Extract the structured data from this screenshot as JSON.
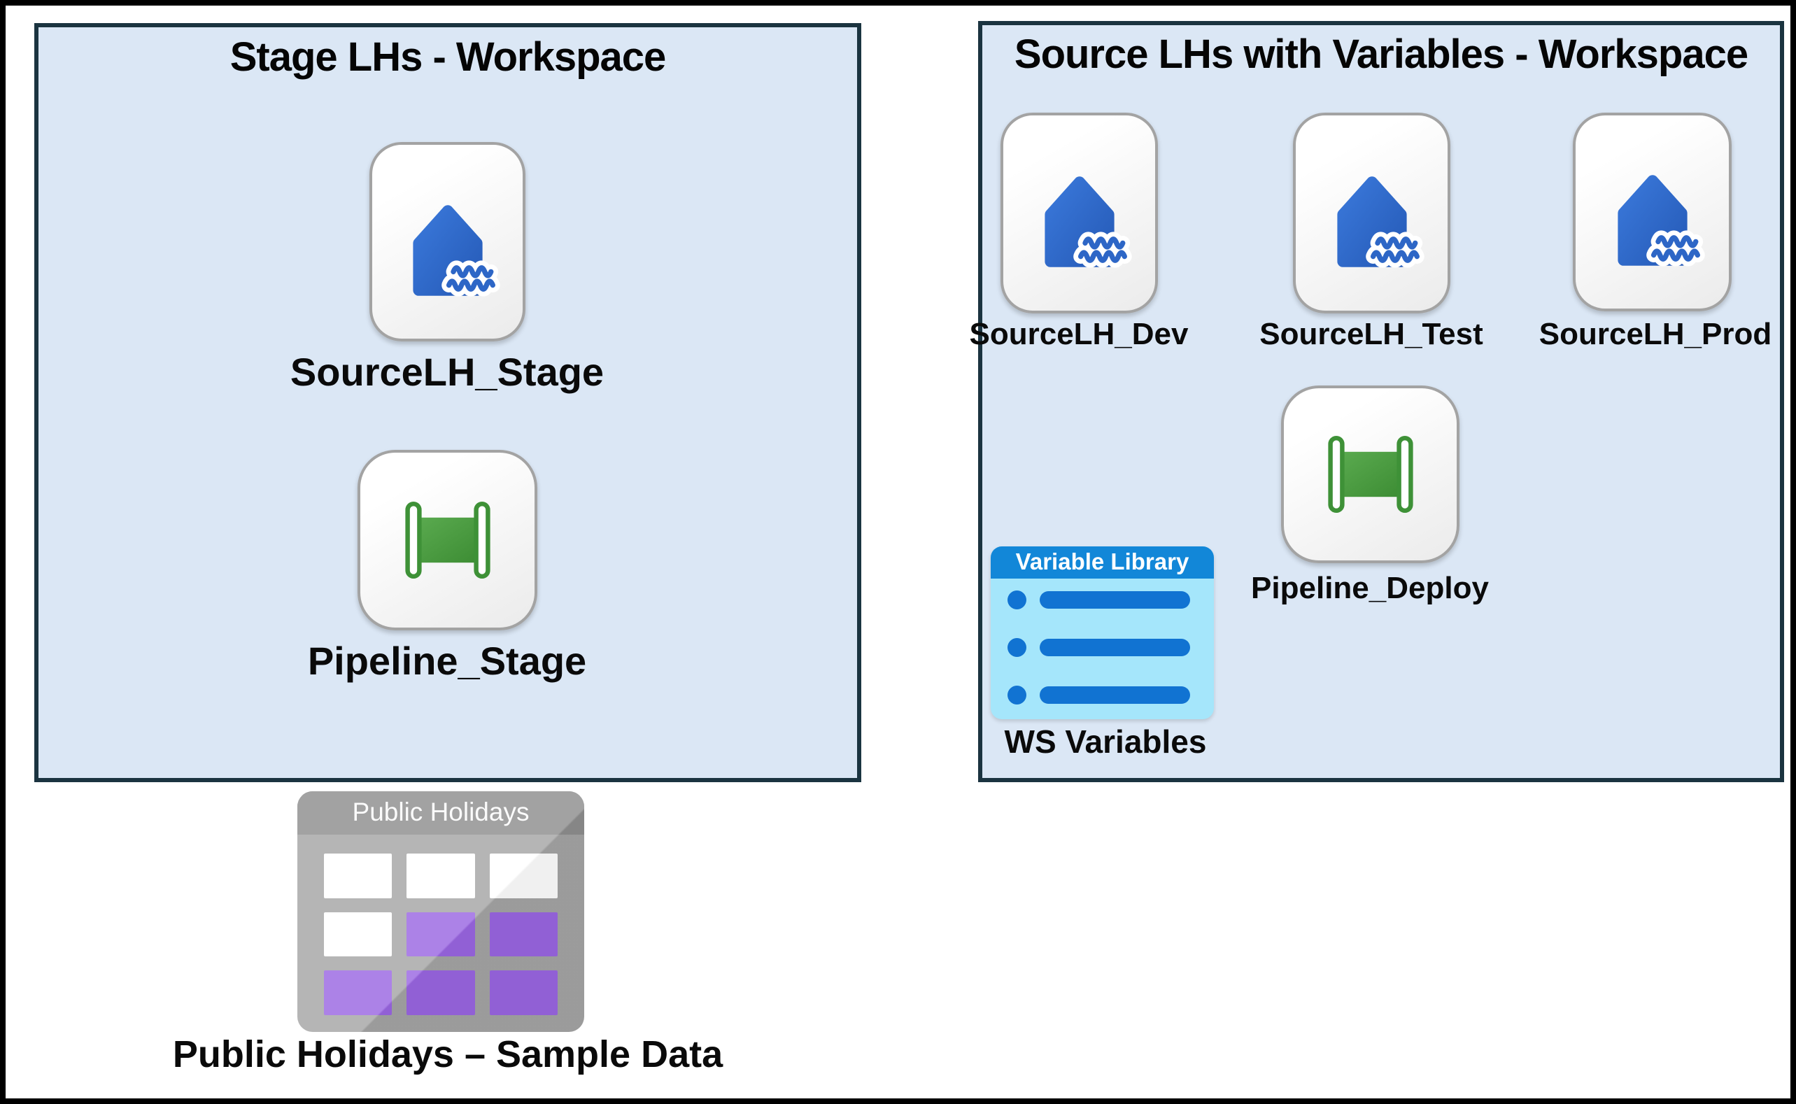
{
  "colors": {
    "workspace_fill": "#dbe7f5",
    "workspace_border": "#1b3440",
    "card_border": "#a3a3a3",
    "lakehouse_blue": "#2d66c6",
    "pipeline_green": "#3e9137",
    "variable_header_blue": "#1287d8",
    "variable_body_blue": "#a5e6fb",
    "variable_item_blue": "#1173d2",
    "table_body_gray": "#a5a5a5",
    "table_header_gray": "#8e8e8e",
    "table_cell_purple": "#9a66e2",
    "frame_black": "#000000"
  },
  "left_workspace": {
    "title": "Stage LHs - Workspace",
    "items": [
      {
        "label": "SourceLH_Stage",
        "type": "lakehouse"
      },
      {
        "label": "Pipeline_Stage",
        "type": "pipeline"
      }
    ]
  },
  "right_workspace": {
    "title": "Source LHs with Variables - Workspace",
    "lakehouses": [
      {
        "label": "SourceLH_Dev"
      },
      {
        "label": "SourceLH_Test"
      },
      {
        "label": "SourceLH_Prod"
      }
    ],
    "pipeline": {
      "label": "Pipeline_Deploy"
    },
    "variable_library": {
      "header_label": "Variable Library",
      "caption": "WS Variables"
    }
  },
  "sample_data": {
    "icon_header": "Public Holidays",
    "caption": "Public Holidays – Sample Data"
  }
}
